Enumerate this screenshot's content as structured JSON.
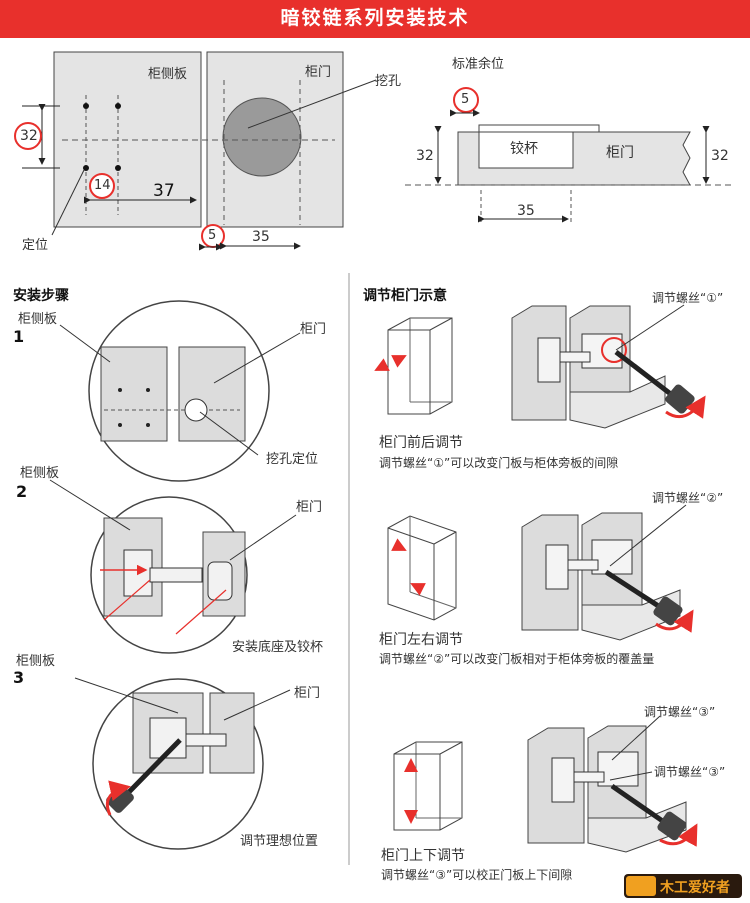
{
  "title": "暗铰链系列安装技术",
  "top_left": {
    "cabinet_side": "柜侧板",
    "door": "柜门",
    "hole": "挖孔",
    "position": "定位",
    "dim_32": "32",
    "dim_14": "14",
    "dim_37": "37",
    "dim_5": "5",
    "dim_35": "35"
  },
  "top_right": {
    "standard_margin": "标准余位",
    "dim_5": "5",
    "cup": "铰杯",
    "door": "柜门",
    "dim_32_left": "32",
    "dim_32_right": "32",
    "dim_35": "35"
  },
  "install": {
    "heading": "安装步骤",
    "steps": [
      {
        "num": "1",
        "side_label": "柜侧板",
        "door_label": "柜门",
        "caption": "挖孔定位"
      },
      {
        "num": "2",
        "side_label": "柜侧板",
        "door_label": "柜门",
        "caption": "安装底座及铰杯"
      },
      {
        "num": "3",
        "side_label": "柜侧板",
        "door_label": "柜门",
        "caption": "调节理想位置"
      }
    ]
  },
  "adjust": {
    "heading": "调节柜门示意",
    "items": [
      {
        "screw_label": "调节螺丝“①”",
        "title": "柜门前后调节",
        "desc": "调节螺丝“①”可以改变门板与柜体旁板的间隙"
      },
      {
        "screw_label": "调节螺丝“②”",
        "title": "柜门左右调节",
        "desc": "调节螺丝“②”可以改变门板相对于柜体旁板的覆盖量"
      },
      {
        "screw_label": "调节螺丝“③”",
        "screw_label_2": "调节螺丝“③”",
        "title": "柜门上下调节",
        "desc": "调节螺丝“③”可以校正门板上下间隙"
      }
    ]
  },
  "logo": {
    "text": "木工爱好者"
  },
  "colors": {
    "accent": "#e8302c",
    "panel": "#e4e4e4",
    "line": "#333333"
  }
}
